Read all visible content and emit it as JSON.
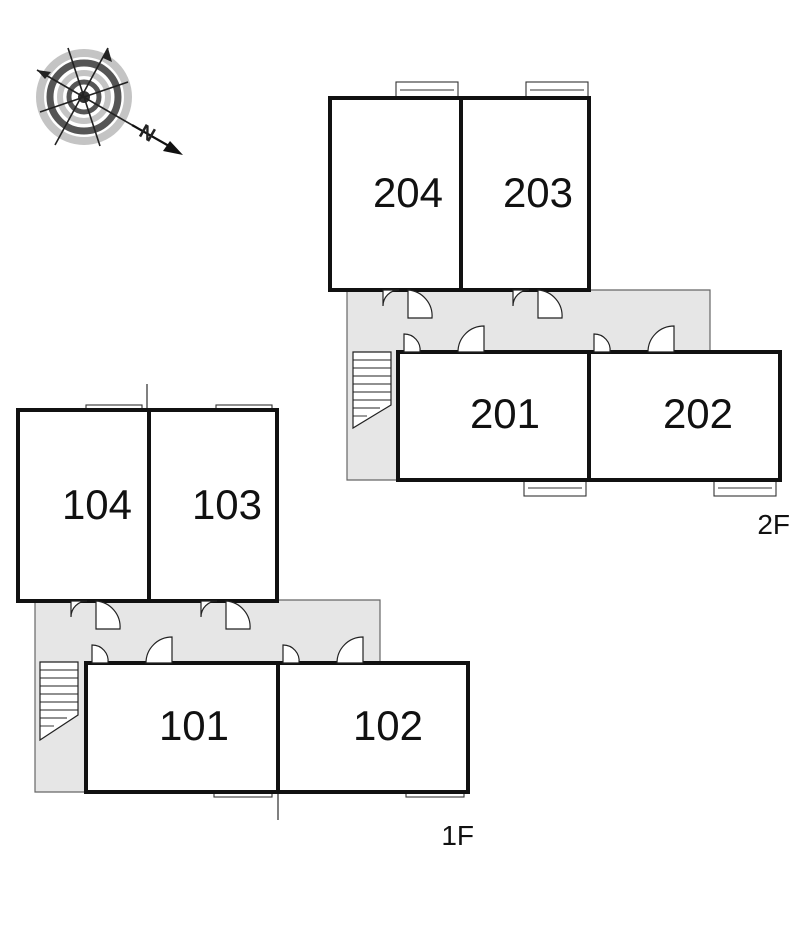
{
  "compass": {
    "north_label": "N",
    "icon": "compass-rose-icon"
  },
  "floors": [
    {
      "label": "2F",
      "units": [
        "204",
        "203",
        "201",
        "202"
      ]
    },
    {
      "label": "1F",
      "units": [
        "104",
        "103",
        "101",
        "102"
      ]
    }
  ]
}
